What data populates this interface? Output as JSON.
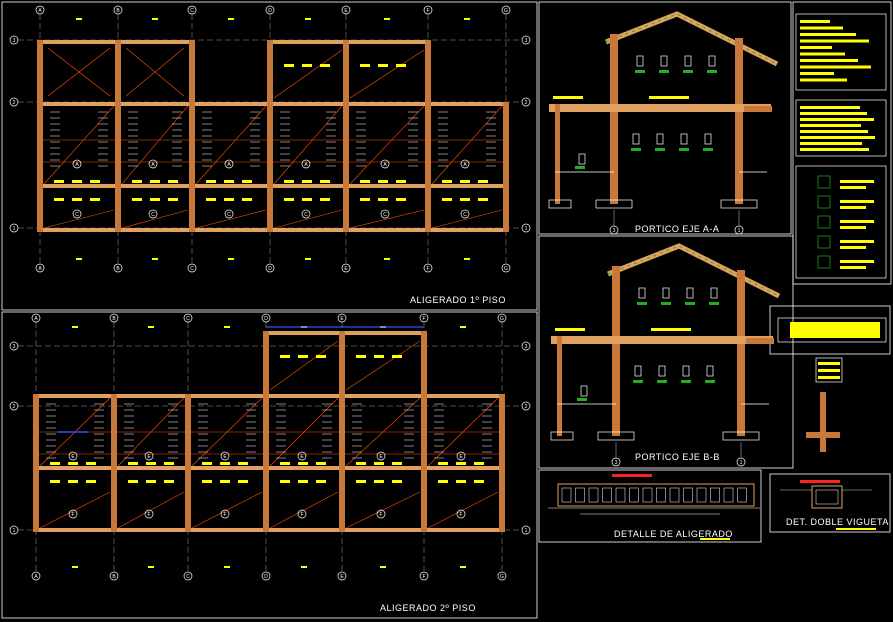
{
  "sheet": {
    "background": "#000000",
    "colors": {
      "frame": "#ffffff",
      "beam": "#e0a060",
      "hatch": "#c87838",
      "diag": "#ff5000",
      "yellow": "#ffff00",
      "green": "#20b020",
      "blue": "#3050ff",
      "red": "#ff2020",
      "white": "#ffffff"
    }
  },
  "plan1": {
    "title": "ALIGERADO 1º PISO",
    "axes_x": [
      "A",
      "B",
      "C",
      "D",
      "E",
      "F",
      "G"
    ],
    "axes_y": [
      "3",
      "2",
      "1"
    ],
    "section_marks": [
      "A",
      "C"
    ]
  },
  "plan2": {
    "title": "ALIGERADO 2º PISO",
    "axes_x": [
      "A",
      "B",
      "C",
      "D",
      "E",
      "F",
      "G"
    ],
    "axes_y": [
      "3",
      "2",
      "1"
    ],
    "section_marks": [
      "E",
      "F"
    ]
  },
  "sections": {
    "a": {
      "title": "PORTICO EJE A-A"
    },
    "b": {
      "title": "PORTICO EJE B-B"
    },
    "axis_labels": [
      "3",
      "1"
    ]
  },
  "details": {
    "aligerado": {
      "title": "DETALLE  DE  ALIGERADO"
    },
    "vigueta": {
      "title": "DET. DOBLE VIGUETA"
    }
  }
}
